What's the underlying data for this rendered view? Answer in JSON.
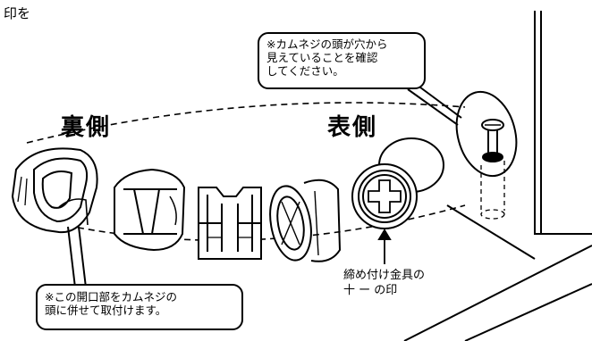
{
  "header_text": "印を",
  "labels": {
    "back": "裏側",
    "front": "表側"
  },
  "callout_top": {
    "lines": [
      "※カムネジの頭が穴から",
      "見えていることを確認",
      "してください。"
    ]
  },
  "callout_bottom": {
    "lines": [
      "※この開口部をカムネジの",
      "頭に併せて取付けます。"
    ]
  },
  "fitting_label": {
    "line1": "締め付け金具の",
    "line2": "十 ー の印"
  }
}
